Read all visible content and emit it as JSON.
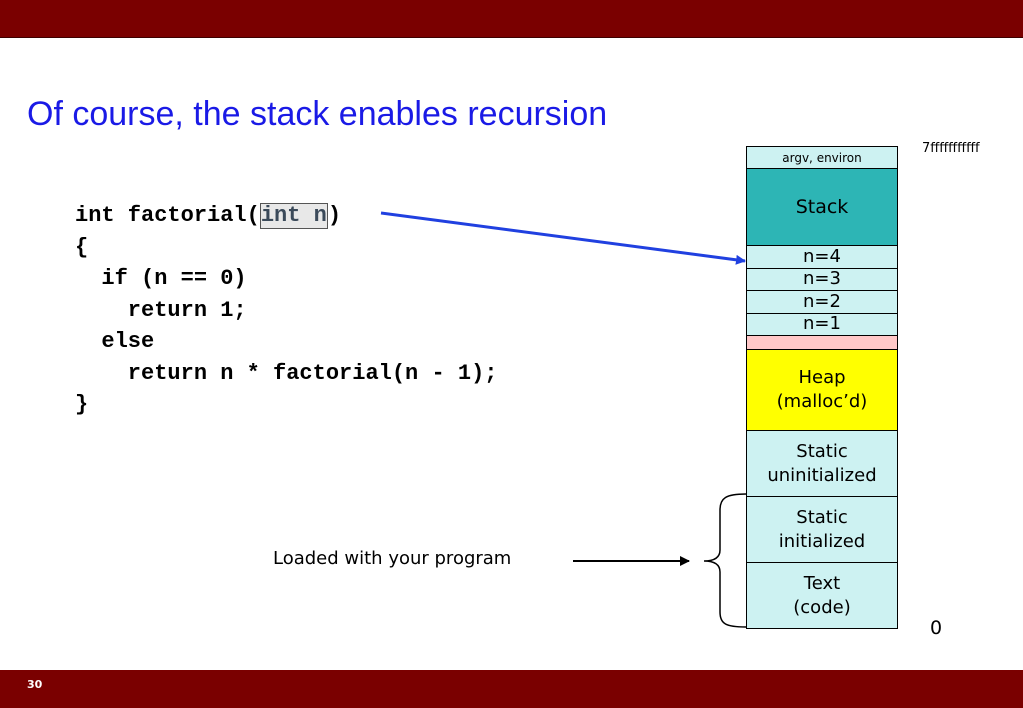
{
  "slide": {
    "title": "Of course, the stack enables recursion",
    "number": "30",
    "colors": {
      "title": "#1a1ae6",
      "bar": "#7a0000",
      "arrow": "#2040e0"
    }
  },
  "code": {
    "line1_prefix": "int factorial(",
    "line1_param": "int n",
    "line1_suffix": ")",
    "line2": "{",
    "line3": "  if (n == 0)",
    "line4": "    return 1;",
    "line5": "  else",
    "line6": "    return n * factorial(n - 1);",
    "line7": "}"
  },
  "memory": {
    "top_address": "7fffffffffff",
    "bottom_address": "0",
    "segments": {
      "argv": "argv, environ",
      "stack": "Stack",
      "frames": [
        "n=4",
        "n=3",
        "n=2",
        "n=1"
      ],
      "heap_line1": "Heap",
      "heap_line2": "(malloc’d)",
      "static_uninit_line1": "Static",
      "static_uninit_line2": "uninitialized",
      "static_init_line1": "Static",
      "static_init_line2": "initialized",
      "text_line1": "Text",
      "text_line2": "(code)"
    }
  },
  "annotation": {
    "loaded_label": "Loaded with your program"
  }
}
